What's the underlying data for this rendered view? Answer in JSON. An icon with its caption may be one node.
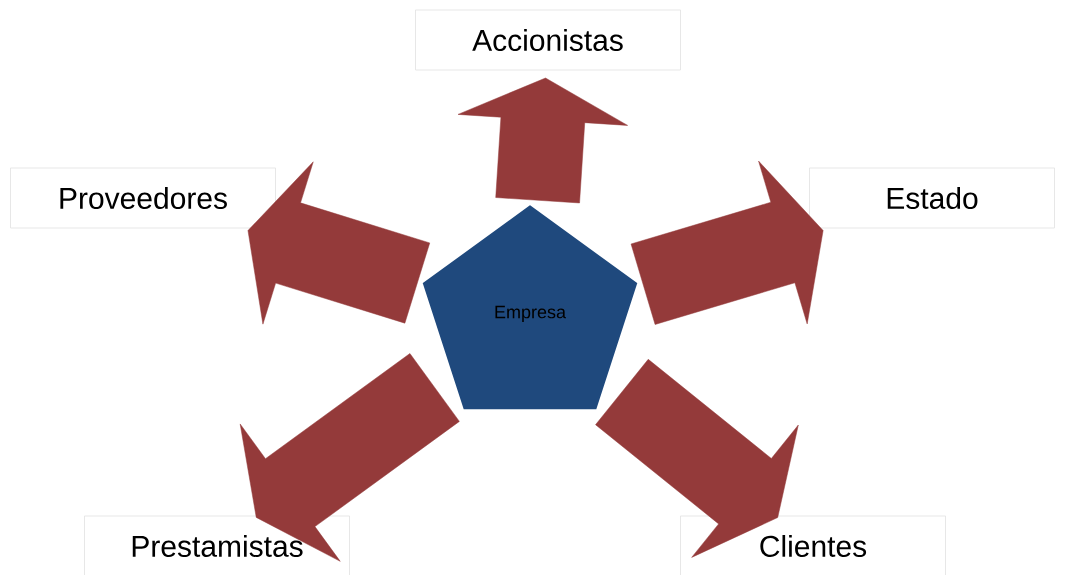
{
  "diagram": {
    "nodes": [
      {
        "text": [
          "Empresa"
        ]
      },
      {
        "text": [
          "Accionistas"
        ]
      },
      {
        "text": [
          "Proveedores"
        ]
      },
      {
        "text": [
          "Estado"
        ]
      },
      {
        "text": [
          "Prestamistas"
        ]
      },
      {
        "text": [
          "Clientes"
        ]
      }
    ],
    "edges": [
      {
        "from": 0,
        "to": 1,
        "arrow": "to",
        "style": "thick"
      },
      {
        "from": 0,
        "to": 2,
        "arrow": "to",
        "style": "thick"
      },
      {
        "from": 0,
        "to": 3,
        "arrow": "to",
        "style": "thick"
      },
      {
        "from": 0,
        "to": 4,
        "arrow": "to",
        "style": "thick"
      },
      {
        "from": 0,
        "to": 5,
        "arrow": "to",
        "style": "thick"
      }
    ]
  }
}
